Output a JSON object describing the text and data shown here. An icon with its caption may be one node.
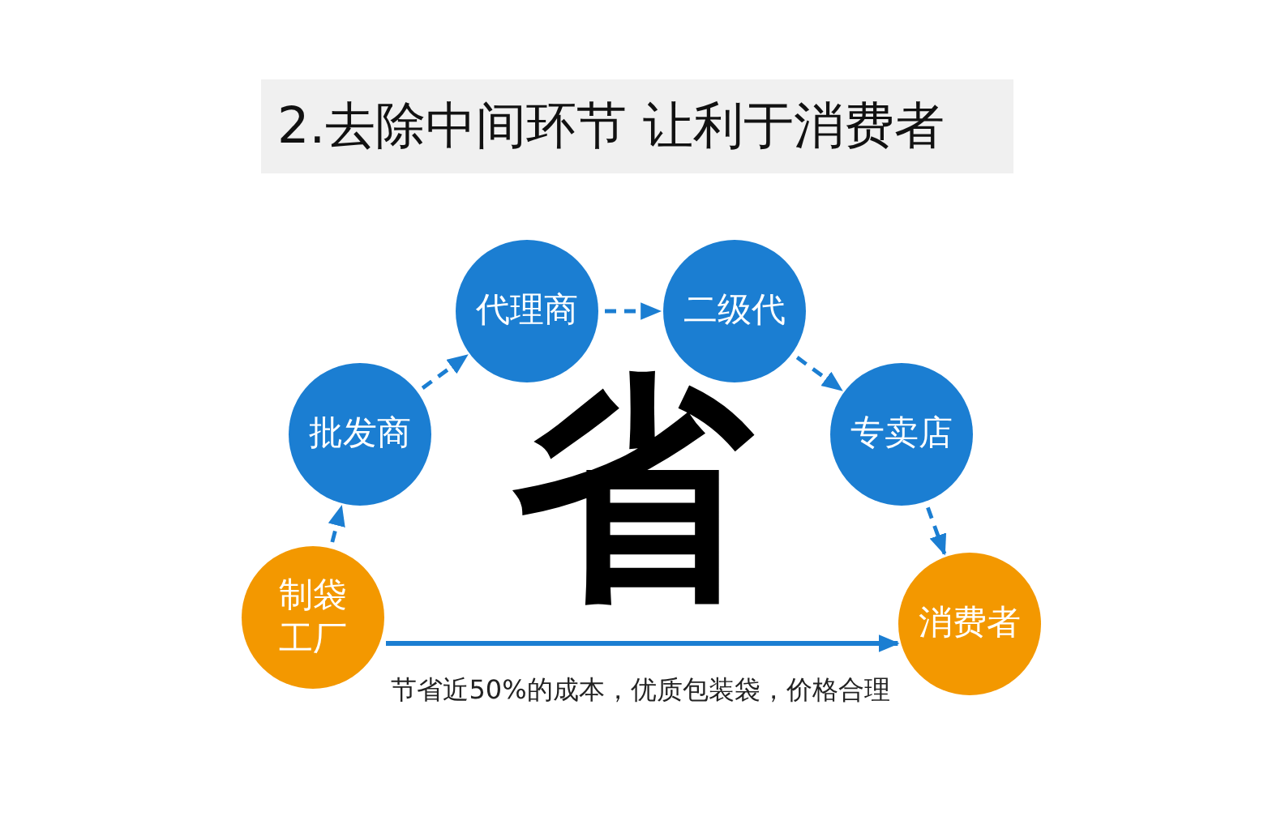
{
  "diagram": {
    "title": "2.去除中间环节 让利于消费者",
    "nodes": [
      {
        "text": [
          "制袋工厂"
        ]
      },
      {
        "text": [
          "批发商"
        ]
      },
      {
        "text": [
          "代理商"
        ]
      },
      {
        "text": [
          "二级代"
        ]
      },
      {
        "text": [
          "专卖店"
        ]
      },
      {
        "text": [
          "消费者"
        ]
      }
    ],
    "edges": [
      {
        "from": 0,
        "to": 1,
        "arrow": "to",
        "style": "dashed"
      },
      {
        "from": 1,
        "to": 2,
        "arrow": "to",
        "style": "dashed"
      },
      {
        "from": 2,
        "to": 3,
        "arrow": "to",
        "style": "dashed"
      },
      {
        "from": 3,
        "to": 4,
        "arrow": "to",
        "style": "dashed"
      },
      {
        "from": 4,
        "to": 5,
        "arrow": "to",
        "style": "dashed"
      },
      {
        "from": 0,
        "to": 5,
        "arrow": "to"
      }
    ],
    "labels": [
      "省",
      "节省近50%的成本，优质包装袋，价格合理"
    ]
  }
}
